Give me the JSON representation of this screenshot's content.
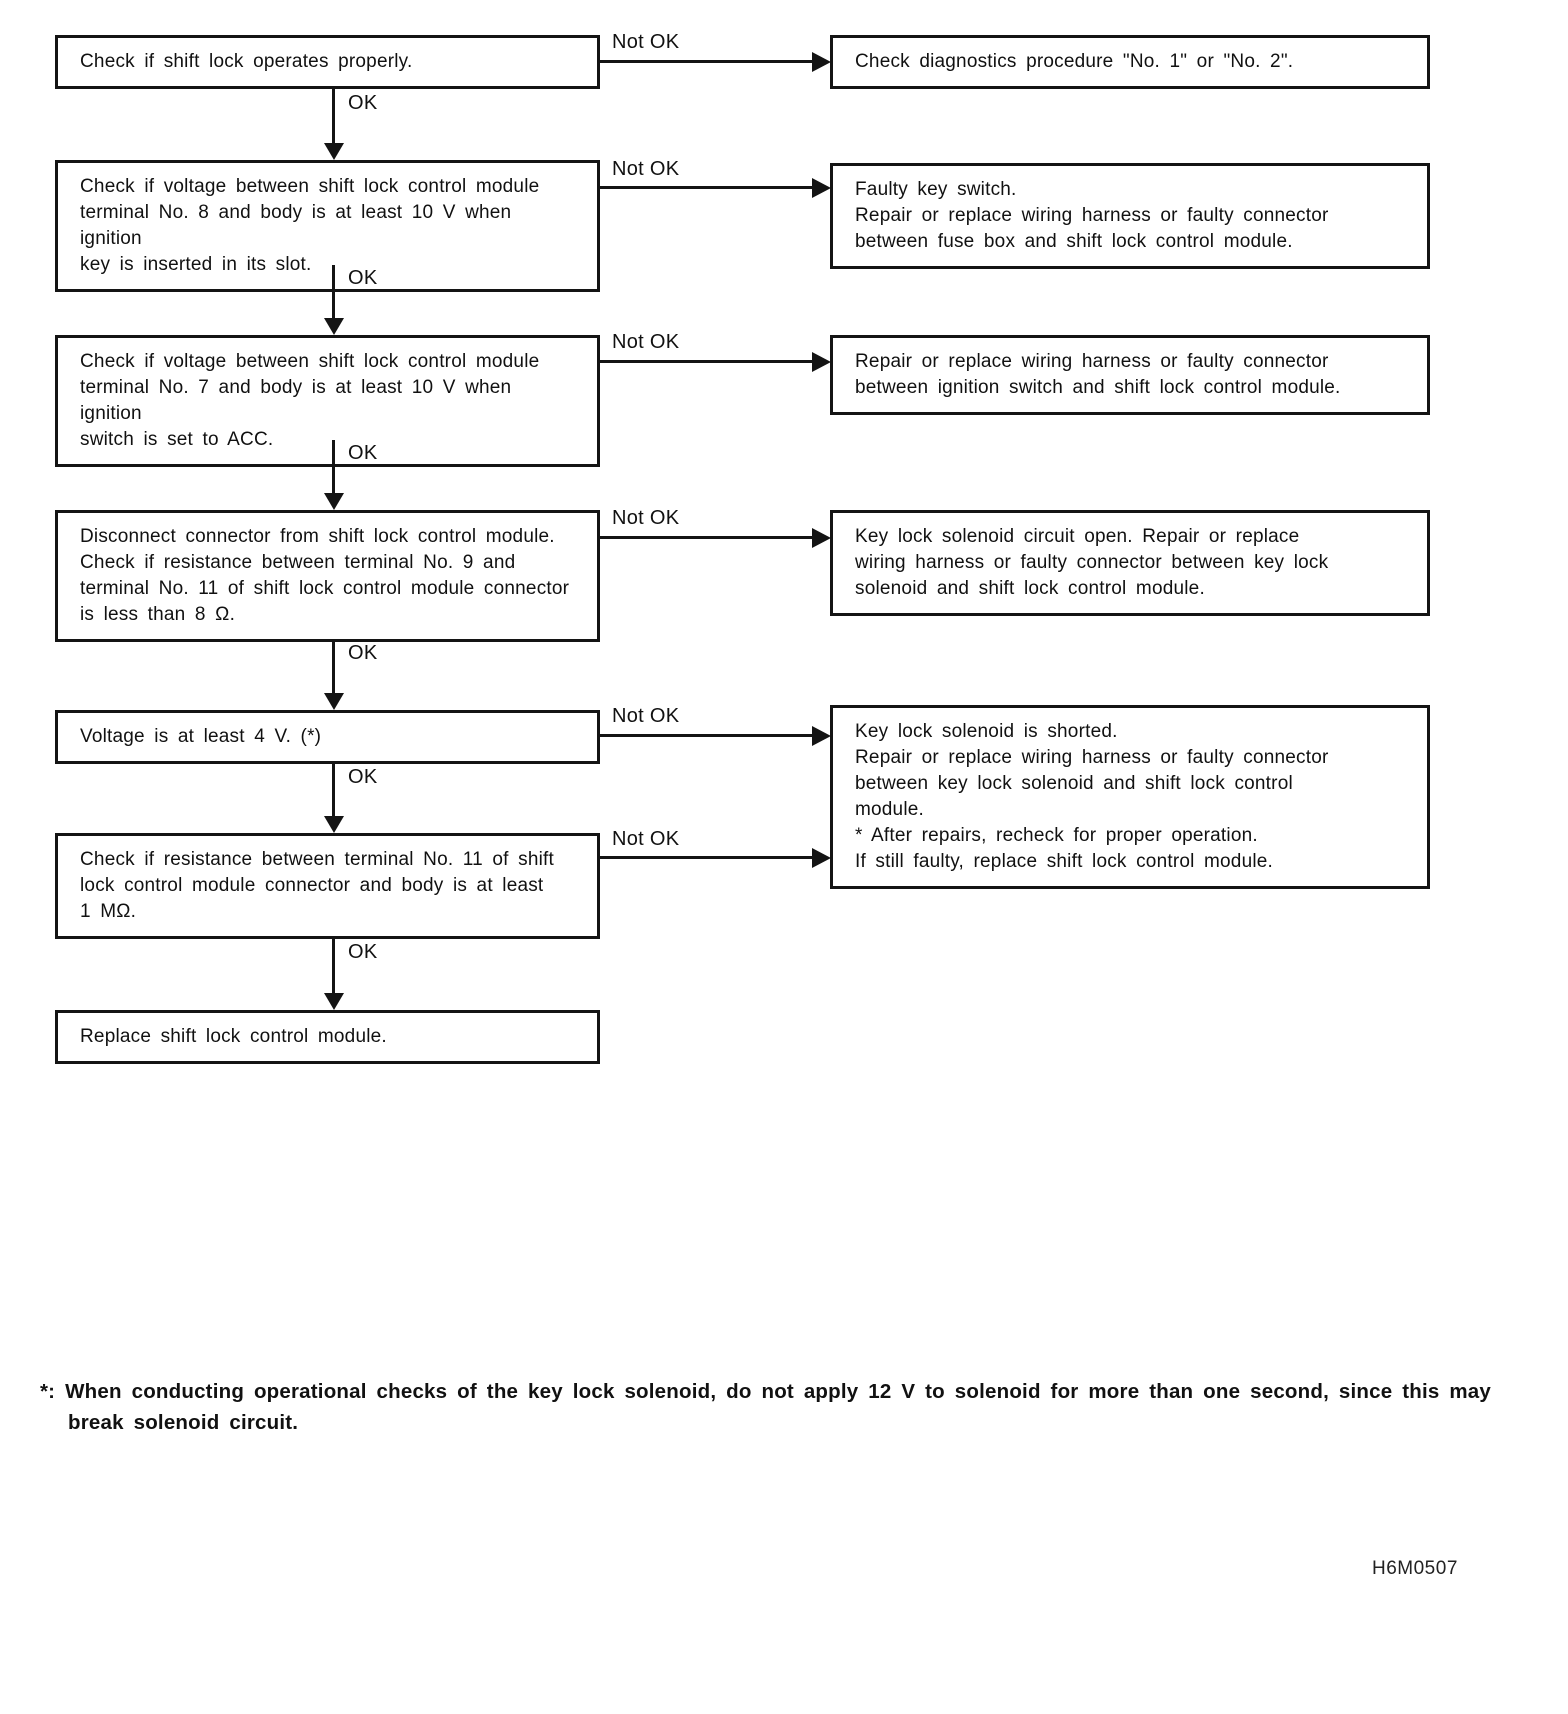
{
  "flow": {
    "ok_label": "OK",
    "not_ok_label": "Not OK",
    "steps": [
      {
        "lines": [
          "Check if shift lock operates properly."
        ]
      },
      {
        "lines": [
          "Check if voltage between shift lock control module",
          "terminal No. 8 and body is at least 10 V when ignition",
          "key is inserted in its slot."
        ]
      },
      {
        "lines": [
          "Check if voltage between shift lock control module",
          "terminal No. 7 and body is at least 10 V when ignition",
          "switch is set to ACC."
        ]
      },
      {
        "lines": [
          "Disconnect connector from shift lock control module.",
          "Check if resistance between terminal No. 9 and",
          "terminal No. 11 of shift lock control module connector",
          "is less than 8 Ω."
        ]
      },
      {
        "lines": [
          "Voltage is at least 4 V. (*)"
        ]
      },
      {
        "lines": [
          "Check if resistance between terminal No. 11 of shift",
          "lock control module connector and body is at least",
          "1 MΩ."
        ]
      },
      {
        "lines": [
          "Replace shift lock control module."
        ]
      }
    ],
    "results": [
      {
        "lines": [
          "Check diagnostics procedure \"No. 1\" or \"No. 2\"."
        ]
      },
      {
        "lines": [
          "Faulty key switch.",
          "Repair or replace wiring harness or faulty connector",
          "between fuse box and shift lock control module."
        ]
      },
      {
        "lines": [
          "Repair or replace wiring harness or faulty connector",
          "between ignition switch and shift lock control module."
        ]
      },
      {
        "lines": [
          "Key lock solenoid circuit open. Repair or replace",
          "wiring harness or faulty connector between key lock",
          "solenoid and shift lock control module."
        ]
      },
      {
        "lines": [
          "Key lock solenoid is shorted.",
          "Repair or replace wiring harness or faulty connector",
          "between key lock solenoid and shift lock control",
          "module.",
          "* After repairs, recheck for proper operation.",
          "If still faulty, replace shift lock control module."
        ]
      }
    ]
  },
  "footnote": "*: When conducting operational checks of the key lock solenoid, do not apply 12 V to solenoid for more than one second, since this may break solenoid circuit.",
  "figure_code": "H6M0507"
}
